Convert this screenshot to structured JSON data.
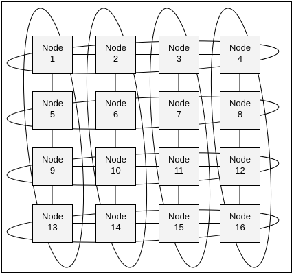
{
  "diagram": {
    "type": "2d-torus",
    "rows": 4,
    "cols": 4,
    "nodes": [
      {
        "id": 1,
        "label": "Node",
        "number": "1"
      },
      {
        "id": 2,
        "label": "Node",
        "number": "2"
      },
      {
        "id": 3,
        "label": "Node",
        "number": "3"
      },
      {
        "id": 4,
        "label": "Node",
        "number": "4"
      },
      {
        "id": 5,
        "label": "Node",
        "number": "5"
      },
      {
        "id": 6,
        "label": "Node",
        "number": "6"
      },
      {
        "id": 7,
        "label": "Node",
        "number": "7"
      },
      {
        "id": 8,
        "label": "Node",
        "number": "8"
      },
      {
        "id": 9,
        "label": "Node",
        "number": "9"
      },
      {
        "id": 10,
        "label": "Node",
        "number": "10"
      },
      {
        "id": 11,
        "label": "Node",
        "number": "11"
      },
      {
        "id": 12,
        "label": "Node",
        "number": "12"
      },
      {
        "id": 13,
        "label": "Node",
        "number": "13"
      },
      {
        "id": 14,
        "label": "Node",
        "number": "14"
      },
      {
        "id": 15,
        "label": "Node",
        "number": "15"
      },
      {
        "id": 16,
        "label": "Node",
        "number": "16"
      }
    ],
    "colors": {
      "node_fill": "#f3f3f3",
      "stroke": "#000000",
      "background": "#ffffff"
    }
  }
}
